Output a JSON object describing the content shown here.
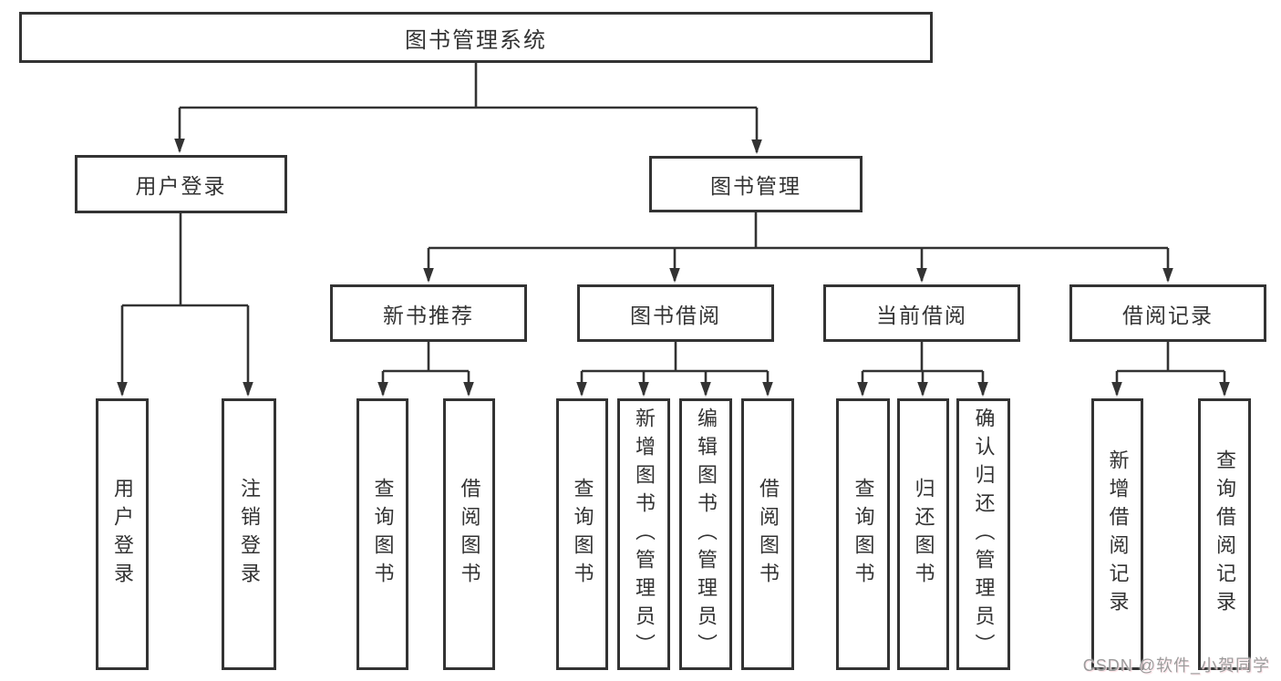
{
  "colors": {
    "background": "#ffffff",
    "line": "#333333",
    "text": "#333333",
    "watermark": "#9c9c9c",
    "watermark_glow": "#ffd6de"
  },
  "tree": {
    "root": "图书管理系统",
    "user_login": {
      "label": "用户登录",
      "children": [
        "用户登录",
        "注销登录"
      ]
    },
    "book_mgmt": {
      "label": "图书管理",
      "sections": {
        "new_book": {
          "label": "新书推荐",
          "children": [
            "查询图书",
            "借阅图书"
          ]
        },
        "borrow": {
          "label": "图书借阅",
          "children": [
            "查询图书",
            "新增图书（管理员）",
            "编辑图书（管理员）",
            "借阅图书"
          ]
        },
        "current": {
          "label": "当前借阅",
          "children": [
            "查询图书",
            "归还图书",
            "确认归还（管理员）"
          ]
        },
        "records": {
          "label": "借阅记录",
          "children": [
            "新增借阅记录",
            "查询借阅记录"
          ]
        }
      }
    }
  },
  "watermark": {
    "text": "CSDN @软件_小贺同学"
  }
}
